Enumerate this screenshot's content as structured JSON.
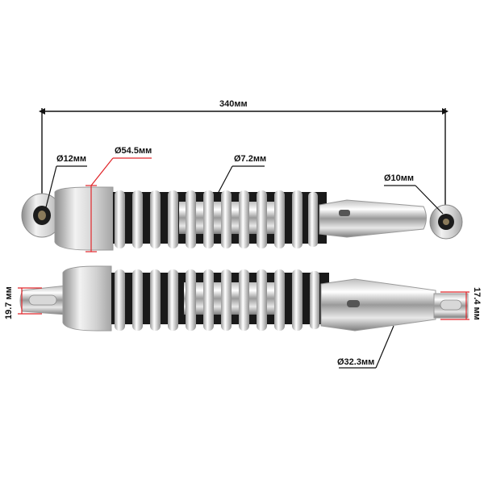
{
  "dimensions": {
    "overall_length": "340мм",
    "top_eye_diameter": "Ø12мм",
    "spring_outer_diameter": "Ø54.5мм",
    "spring_wire_diameter": "Ø7.2мм",
    "bottom_eye_diameter": "Ø10мм",
    "fork_width_left": "19.7 мм",
    "fork_width_right": "17.4 мм",
    "lower_tube_diameter": "Ø32.3мм"
  },
  "colors": {
    "dimension_line": "#111111",
    "highlight_red": "#e0262a",
    "chrome_light": "#f4f4f4",
    "chrome_dark": "#8a8a8a",
    "rubber": "#1a1a1a"
  }
}
